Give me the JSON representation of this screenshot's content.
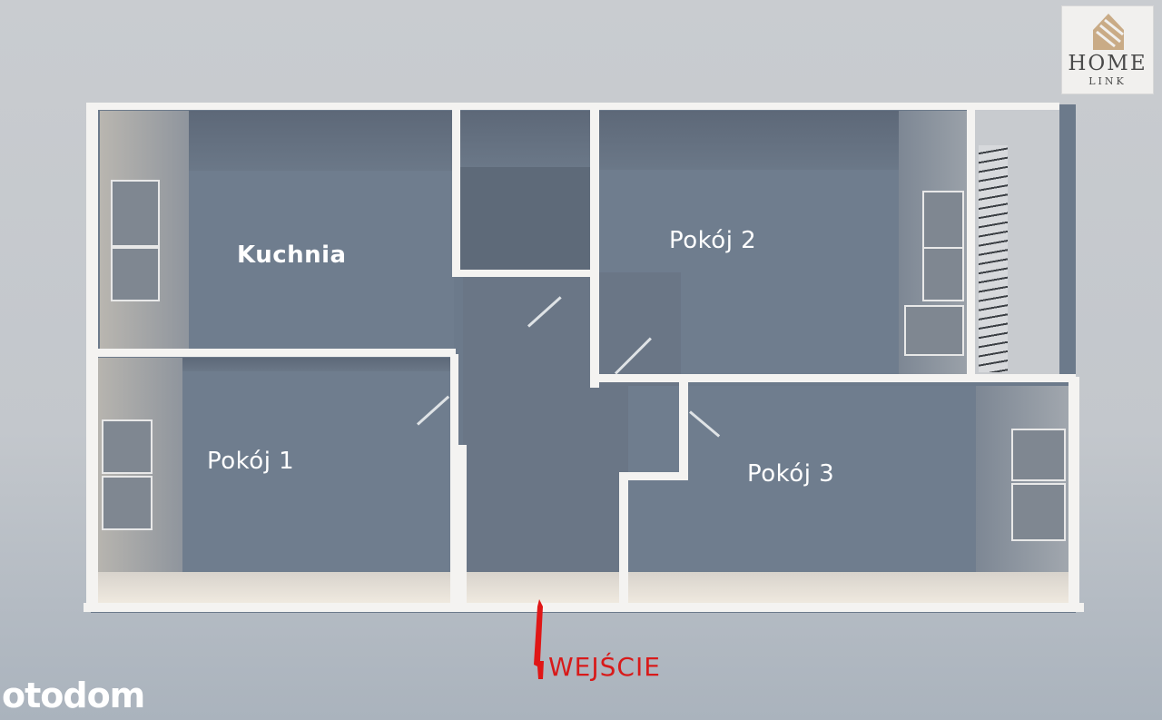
{
  "logo": {
    "brand_line1": "HOME",
    "brand_line2": "LINK",
    "accent_color": "#c9ab86"
  },
  "watermark": {
    "text": "otodom"
  },
  "entrance": {
    "label": "WEJŚCIE",
    "color": "#d81a1a",
    "arrow_icon": "arrow-up-icon"
  },
  "rooms": [
    {
      "id": "kitchen",
      "label": "Kuchnia"
    },
    {
      "id": "room1",
      "label": "Pokój 1"
    },
    {
      "id": "room2",
      "label": "Pokój 2"
    },
    {
      "id": "room3",
      "label": "Pokój 3"
    }
  ],
  "colors": {
    "floor": "#6f7d8e",
    "walls": "#f4f3f1",
    "background": "#c6cacf"
  }
}
